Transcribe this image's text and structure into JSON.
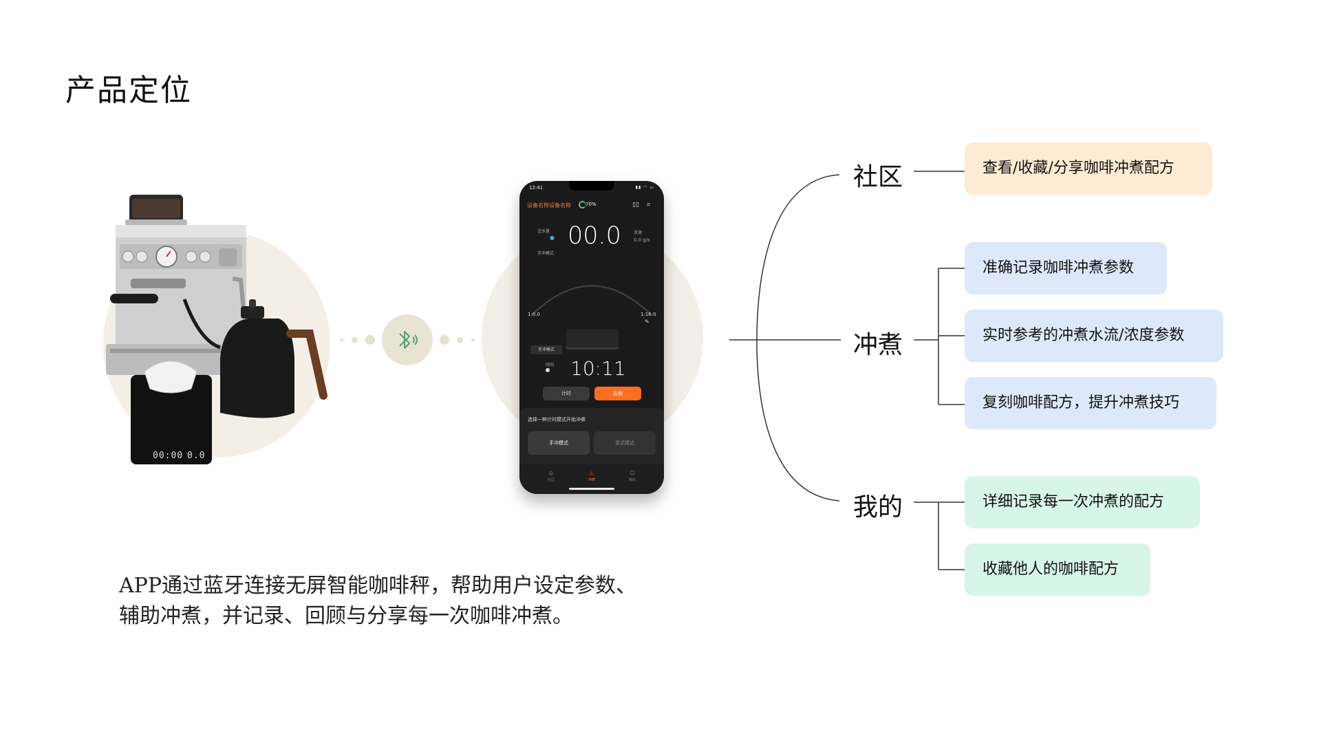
{
  "page": {
    "title": "产品定位"
  },
  "phone": {
    "status_time": "12:41",
    "device_name": "设备名称设备名称",
    "battery": "70%",
    "water_label": "注水量",
    "weight": "00.0",
    "mode_small": "手冲模式",
    "flow_label": "流速",
    "flow_value": "0.0 g/s",
    "ratio_start": "1:0.0",
    "ratio_end": "1:16.0",
    "mode_badge": "手冲模式",
    "time_label": "时间",
    "timer": "10:11",
    "btn_timer": "计时",
    "btn_go": "去煮",
    "sheet_title": "选择一种计时模式开始冲煮",
    "option_pour": "手冲模式",
    "option_espresso": "意式模式",
    "tabs": [
      {
        "label": "社区",
        "icon": "◎"
      },
      {
        "label": "冲煮",
        "icon": "♨"
      },
      {
        "label": "我的",
        "icon": "☺"
      }
    ]
  },
  "tree": {
    "community": {
      "label": "社区",
      "items": [
        "查看/收藏/分享咖啡冲煮配方"
      ]
    },
    "brew": {
      "label": "冲煮",
      "items": [
        "准确记录咖啡冲煮参数",
        "实时参考的冲煮水流/浓度参数",
        "复刻咖啡配方，提升冲煮技巧"
      ]
    },
    "mine": {
      "label": "我的",
      "items": [
        "详细记录每一次冲煮的配方",
        "收藏他人的咖啡配方"
      ]
    }
  },
  "description": {
    "line1": "APP通过蓝牙连接无屏智能咖啡秤，帮助用户设定参数、",
    "line2": "辅助冲煮，并记录、回顾与分享每一次咖啡冲煮。"
  },
  "colors": {
    "accent_orange": "#ff6e1f",
    "chip_orange": "#fdebd4",
    "chip_blue": "#dde8fa",
    "chip_green": "#d8f5e9",
    "circle_beige": "#f3efe7"
  }
}
